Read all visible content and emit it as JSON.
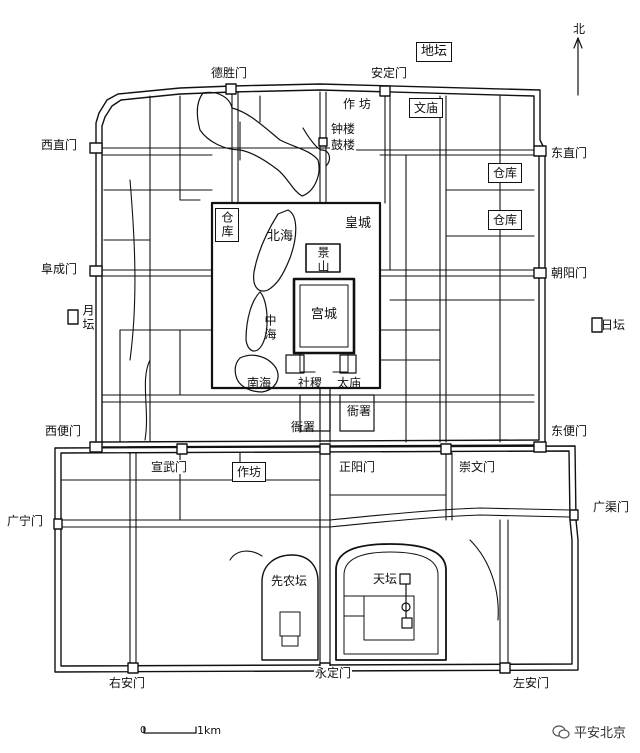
{
  "labels": {
    "ditan": "地坛",
    "deshengmen": "德胜门",
    "andingmen": "安定门",
    "zuofang_n": "作 坊",
    "wenmiao": "文庙",
    "zhonglou": "钟楼",
    "gulou": "鼓楼",
    "xizhimen": "西直门",
    "dongzhimen": "东直门",
    "cangku1": "仓库",
    "cangku2": "仓库",
    "cangku_w": "仓库",
    "beihai": "北海",
    "huangcheng": "皇城",
    "jingshan": "景山",
    "fuchengmen": "阜成门",
    "chaoyangmen": "朝阳门",
    "yuetan": "月坛",
    "zhonghai": "中海",
    "gongcheng": "宫城",
    "ritan": "日坛",
    "nanhai": "南海",
    "shejitan": "社稷",
    "taimiao": "太庙",
    "yamen_w": "衙署",
    "yamen_e": "衙署",
    "xibianmen": "西便门",
    "dongbianmen": "东便门",
    "xuanwumen": "宣武门",
    "zuofang_s": "作坊",
    "zhengyangmen": "正阳门",
    "chongwenmen": "崇文门",
    "guanganmen": "广宁门",
    "guangqumen": "广渠门",
    "xiannongtan": "先农坛",
    "tiantan": "天坛",
    "youanmen": "右安门",
    "yongdingmen": "永定门",
    "zuoanmen": "左安门",
    "north": "北",
    "scale_zero": "0",
    "scale_km": "1km",
    "watermark": "平安北京"
  }
}
